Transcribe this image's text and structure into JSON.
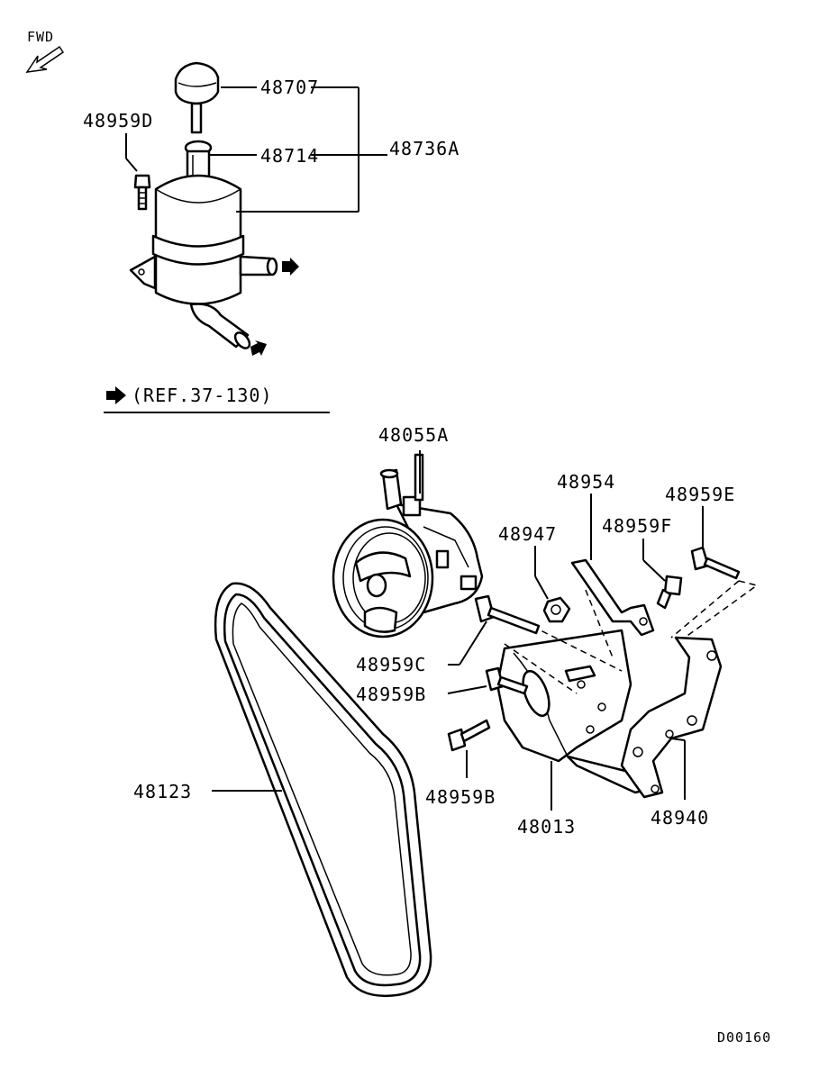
{
  "fwd_label": "FWD",
  "ref_label": "(REF.37-130)",
  "drawing_id": "D00160",
  "callouts": {
    "c48707": "48707",
    "c48714": "48714",
    "c48736A": "48736A",
    "c48959D": "48959D",
    "c48055A": "48055A",
    "c48954": "48954",
    "c48959E": "48959E",
    "c48947": "48947",
    "c48959F": "48959F",
    "c48959C": "48959C",
    "c48959B_1": "48959B",
    "c48959B_2": "48959B",
    "c48123": "48123",
    "c48013": "48013",
    "c48940": "48940"
  }
}
